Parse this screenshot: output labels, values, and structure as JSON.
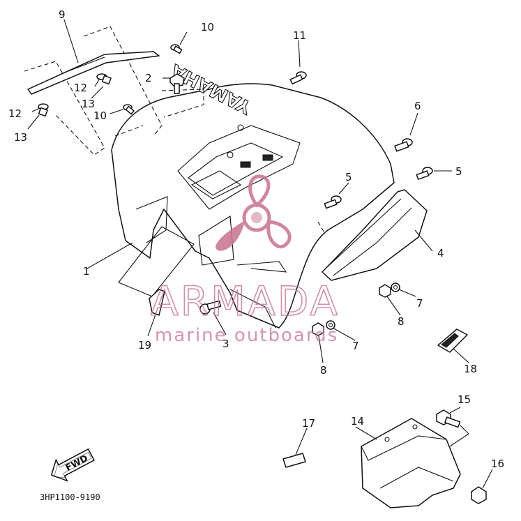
{
  "diagram": {
    "code": "3HP1100-9190",
    "direction_badge": "FWD",
    "brand_on_fender": "YAMAHA"
  },
  "watermark": {
    "title": "ARMADA",
    "subtitle": "marine outboards",
    "color": "#c9728f"
  },
  "callouts": {
    "c1": "1",
    "c2": "2",
    "c3": "3",
    "c4": "4",
    "c5a": "5",
    "c5b": "5",
    "c6": "6",
    "c7a": "7",
    "c7b": "7",
    "c8a": "8",
    "c8b": "8",
    "c9": "9",
    "c10a": "10",
    "c10b": "10",
    "c11": "11",
    "c12a": "12",
    "c12b": "12",
    "c13a": "13",
    "c13b": "13",
    "c14": "14",
    "c15": "15",
    "c16": "16",
    "c17": "17",
    "c18": "18",
    "c19": "19"
  }
}
